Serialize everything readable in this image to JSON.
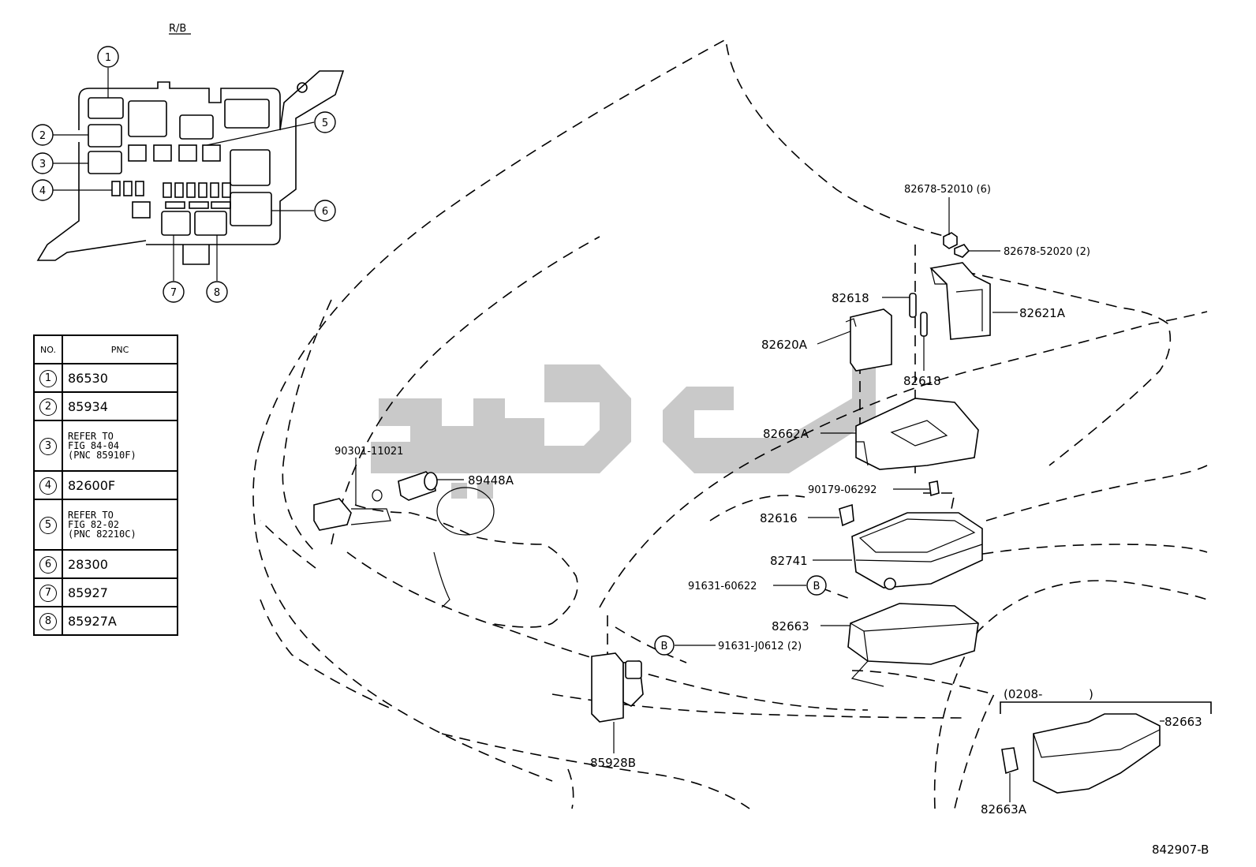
{
  "header_tag": "R/B",
  "diagram_code": "842907-B",
  "legend": {
    "col_no": "NO.",
    "col_pnc": "PNC",
    "rows": [
      {
        "no": "1",
        "pnc": "86530"
      },
      {
        "no": "2",
        "pnc": "85934"
      },
      {
        "no": "3",
        "pnc": "REFER TO\nFIG 84-04\n(PNC 85910F)"
      },
      {
        "no": "4",
        "pnc": "82600F"
      },
      {
        "no": "5",
        "pnc": "REFER TO\nFIG 82-02\n(PNC 82210C)"
      },
      {
        "no": "6",
        "pnc": "28300"
      },
      {
        "no": "7",
        "pnc": "85927"
      },
      {
        "no": "8",
        "pnc": "85927A"
      }
    ]
  },
  "relay_block_callouts": [
    "1",
    "2",
    "3",
    "4",
    "5",
    "6",
    "7",
    "8"
  ],
  "labels": {
    "p82678_52010": "82678-52010 (6)",
    "p82678_52020": "82678-52020 (2)",
    "p82618_top": "82618",
    "p82621A": "82621A",
    "p82620A": "82620A",
    "p82618_bottom": "82618",
    "p82662A": "82662A",
    "p90301": "90301-11021",
    "p89448A": "89448A",
    "p90179": "90179-06292",
    "p82616": "82616",
    "p82741": "82741",
    "p91631_60622": "91631-60622",
    "p82663": "82663",
    "p91631_J0612": "91631-J0612 (2)",
    "p85928B": "85928B",
    "p0208": "(0208-",
    "p0208_close": ")",
    "p82663_inset": "82663",
    "p82663A": "82663A",
    "bolt_mark": "B"
  }
}
